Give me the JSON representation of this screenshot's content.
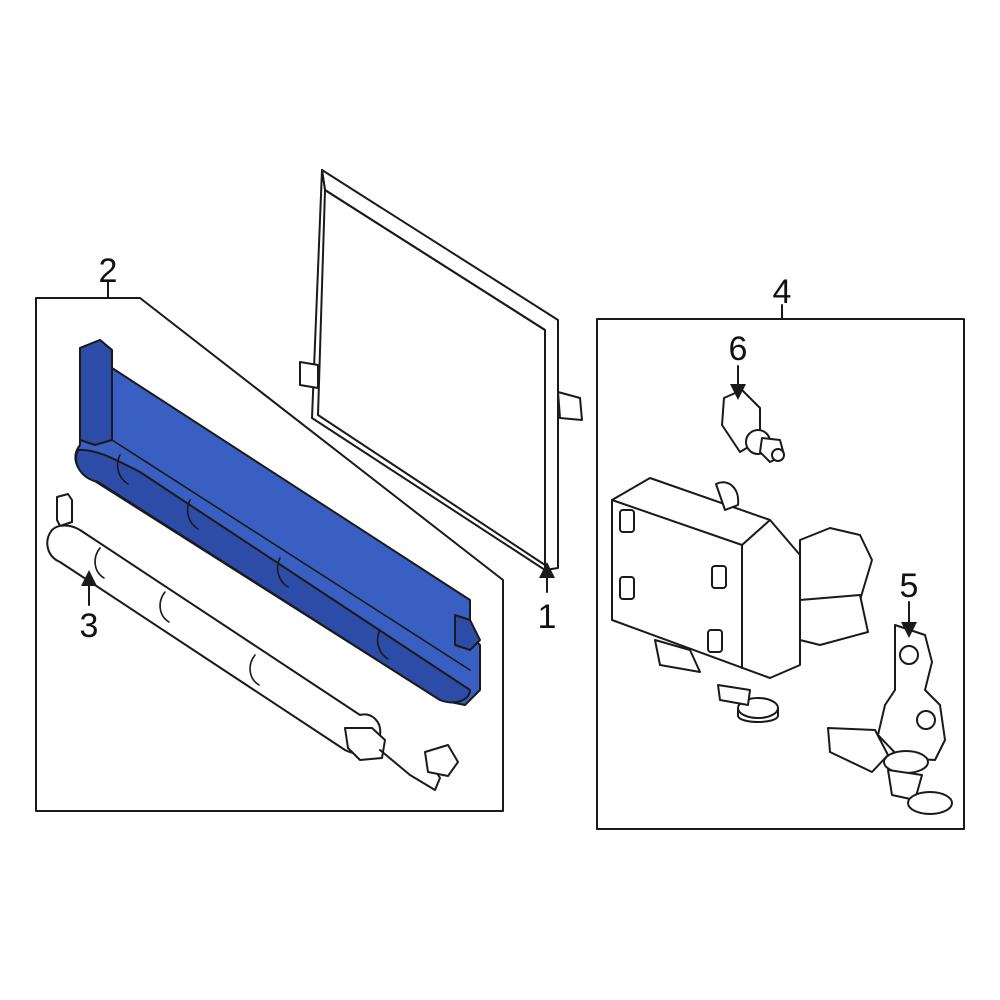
{
  "diagram": {
    "highlight_color": "#3a5fc2",
    "highlight_dark": "#2d4ca8",
    "callouts": [
      {
        "id": "callout-1",
        "label": "1"
      },
      {
        "id": "callout-2",
        "label": "2"
      },
      {
        "id": "callout-3",
        "label": "3"
      },
      {
        "id": "callout-4",
        "label": "4"
      },
      {
        "id": "callout-5",
        "label": "5"
      },
      {
        "id": "callout-6",
        "label": "6"
      }
    ]
  }
}
